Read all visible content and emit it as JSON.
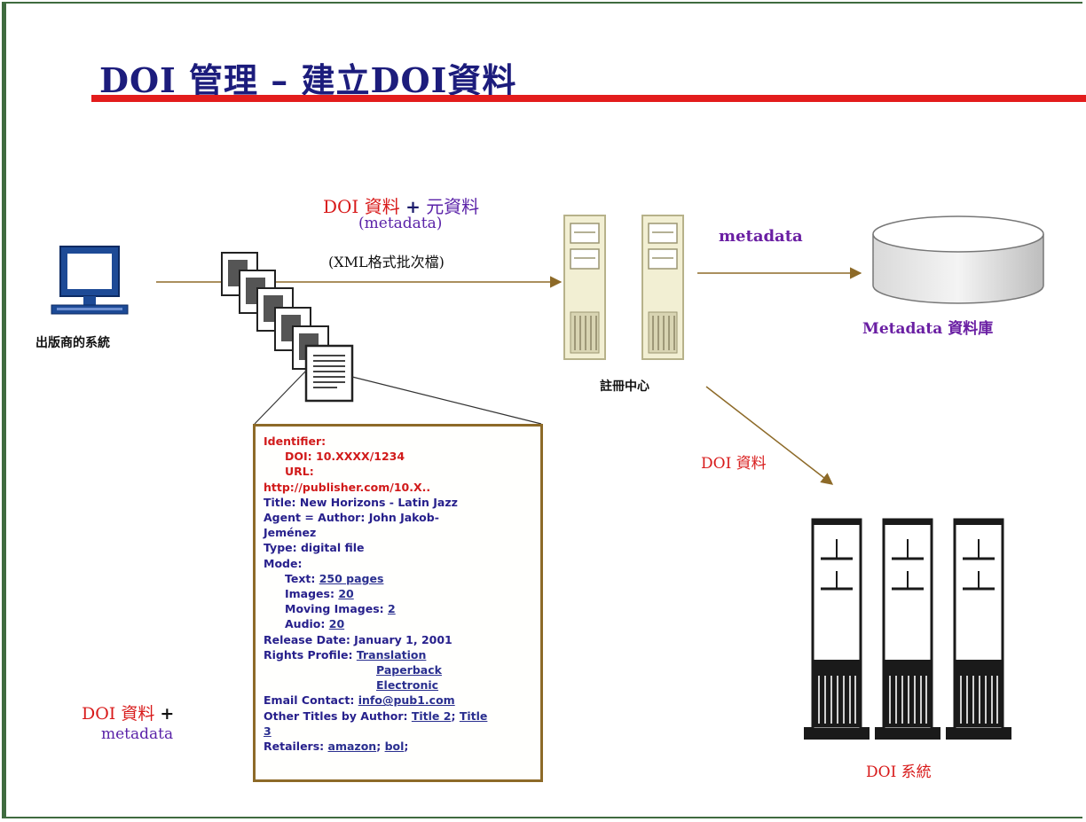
{
  "title": "DOI 管理 – 建立DOI資料",
  "colors": {
    "accent_red": "#e31c1c",
    "title_navy": "#1c1c7c",
    "label_purple": "#5a22a8",
    "arrow_brown": "#8d6a28"
  },
  "nodes": {
    "publisher": {
      "icon": "computer-icon",
      "label": "出版商的系統"
    },
    "batch_files": {
      "icon": "document-stack-icon"
    },
    "registry": {
      "icon": "server-pair-icon",
      "label": "註冊中心"
    },
    "metadata_db": {
      "icon": "database-icon",
      "label": "Metadata 資料庫"
    },
    "doi_system": {
      "icon": "server-rack-icon",
      "label": "DOI 系統"
    }
  },
  "edges": {
    "publisher_to_registry": {
      "line1_a": "DOI 資料",
      "line1_b": "+",
      "line1_c": "元資料",
      "line2": "(metadata)",
      "line3": "(XML格式批次檔)"
    },
    "registry_to_db": {
      "label": "metadata"
    },
    "registry_to_doi": {
      "label": "DOI 資料"
    }
  },
  "bottom_note": {
    "line1_a": "DOI 資料",
    "line1_b": "+",
    "line2": "metadata"
  },
  "record": {
    "identifier_label": "Identifier:",
    "doi": "DOI: 10.XXXX/1234",
    "url_label": "URL:",
    "url": "http://publisher.com/10.X..",
    "title": "Title:  New Horizons - Latin Jazz",
    "agent_1": "Agent = Author: John Jakob-",
    "agent_2": "Jeménez",
    "type": "Type: digital file",
    "mode_label": "Mode:",
    "text_label": "Text: ",
    "text_value": "250 pages",
    "images_label": "Images: ",
    "images_value": "20",
    "moving_label": "Moving Images: ",
    "moving_value": "2",
    "audio_label": "Audio: ",
    "audio_value": "20",
    "release": "Release Date: January 1, 2001",
    "rights_label": "Rights Profile: ",
    "rights_1": "Translation",
    "rights_2": "Paperback",
    "rights_3": "Electronic",
    "email_label": "Email Contact: ",
    "email_value": "info@pub1.com",
    "other_label": "Other Titles by Author: ",
    "other_1": "Title 2",
    "other_sep": "; ",
    "other_2a": "Title",
    "other_2b": "3",
    "retail_label": "Retailers: ",
    "retail_1": "amazon",
    "retail_sep": "; ",
    "retail_2": "bol",
    "retail_end": ";"
  }
}
